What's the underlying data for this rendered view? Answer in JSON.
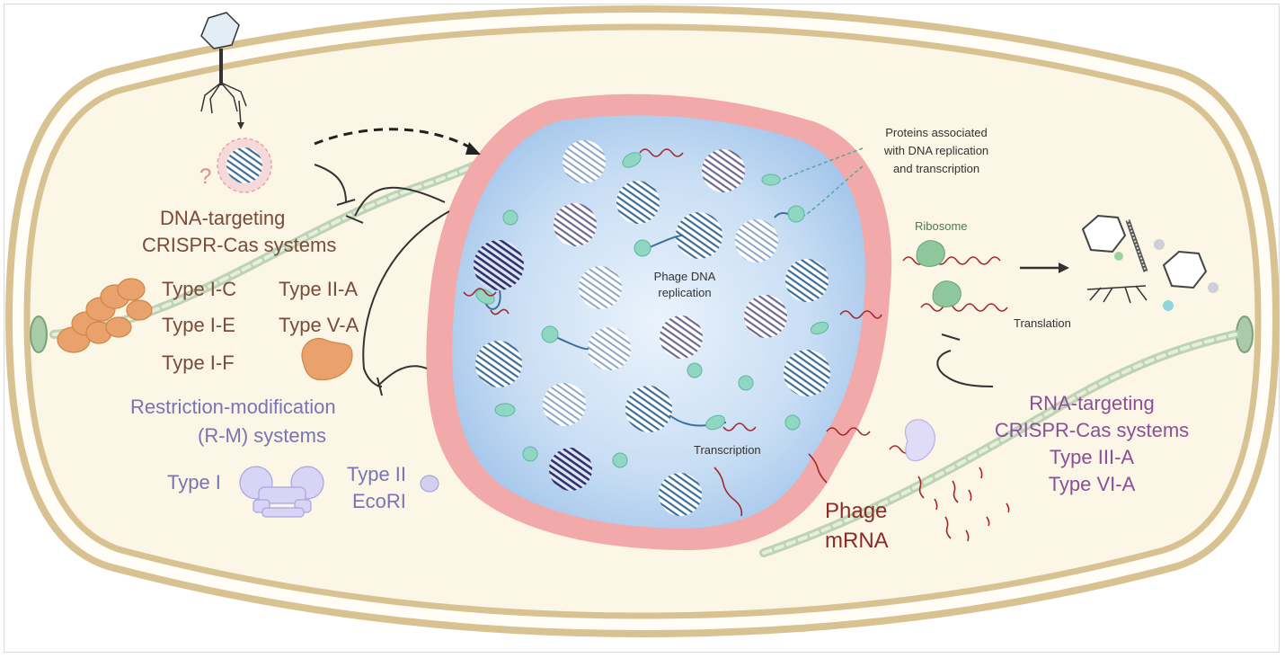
{
  "labels": {
    "question_mark": "?",
    "dna_targeting_line1": "DNA-targeting",
    "dna_targeting_line2": "CRISPR-Cas systems",
    "type_ic": "Type I-C",
    "type_iia": "Type II-A",
    "type_ie": "Type I-E",
    "type_va": "Type V-A",
    "type_if": "Type I-F",
    "rm_line1": "Restriction-modification",
    "rm_line2": "(R-M) systems",
    "type_i": "Type I",
    "type_ii": "Type II",
    "ecori": "EcoRI",
    "proteins_line1": "Proteins associated",
    "proteins_line2": "with DNA replication",
    "proteins_line3": "and transcription",
    "phage_dna_line1": "Phage DNA",
    "phage_dna_line2": "replication",
    "transcription": "Transcription",
    "ribosome": "Ribosome",
    "translation": "Translation",
    "rna_targeting_line1": "RNA-targeting",
    "rna_targeting_line2": "CRISPR-Cas systems",
    "type_iiia": "Type III-A",
    "type_via": "Type VI-A",
    "phage_mrna_line1": "Phage",
    "phage_mrna_line2": "mRNA"
  },
  "colors": {
    "cell_envelope": "#d6c08e",
    "cytoplasm": "#fbf6e6",
    "nucleus_shell": "#f1a3a5",
    "nucleus_interior": "#bcd6f2",
    "dna_ball": "#3e6f9a",
    "protein": "#8fd6c3",
    "mrna": "#a3282b",
    "crispr_dna": "#e89a5c",
    "rm_enzyme": "#c9c6f0"
  },
  "icons": [
    "phage-icon",
    "dna-ball-icon",
    "protein-icon",
    "ribosome-icon",
    "capsid-icon",
    "tail-fiber-icon",
    "cas-complex-icon",
    "cas12a-icon",
    "rm-enzyme-icon",
    "ecori-icon",
    "cas13-icon",
    "membrane-protein-icon"
  ]
}
